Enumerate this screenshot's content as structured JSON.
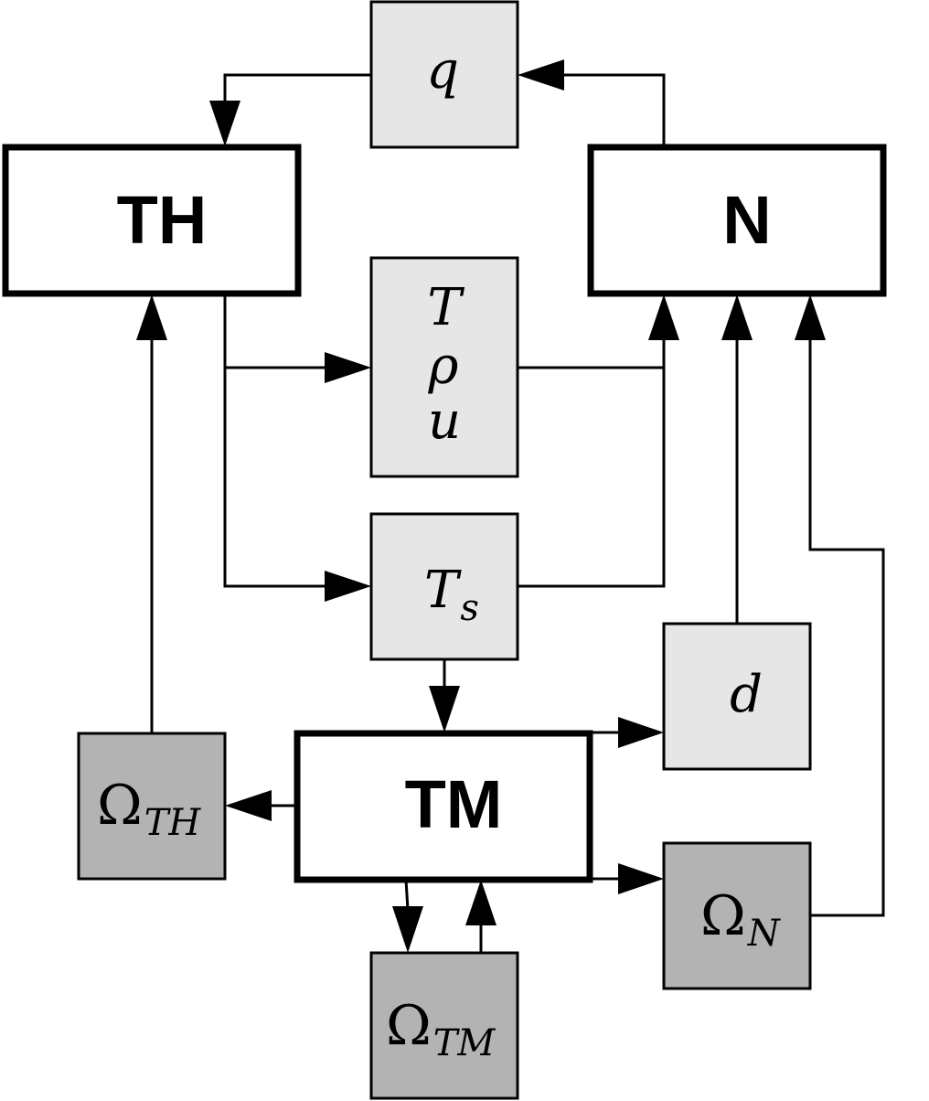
{
  "modules": {
    "th": "TH",
    "n": "N",
    "tm": "TM"
  },
  "variables": {
    "q": "q",
    "t": "T",
    "rho": "ρ",
    "u": "u",
    "ts_base": "T",
    "ts_sub": "s",
    "d": "d"
  },
  "domains": {
    "omega_symbol": "Ω",
    "th_sub": "TH",
    "n_sub": "N",
    "tm_sub": "TM"
  },
  "colors": {
    "module_fill": "#ffffff",
    "variable_fill": "#e6e6e6",
    "domain_fill": "#b3b3b3",
    "stroke": "#000000"
  }
}
